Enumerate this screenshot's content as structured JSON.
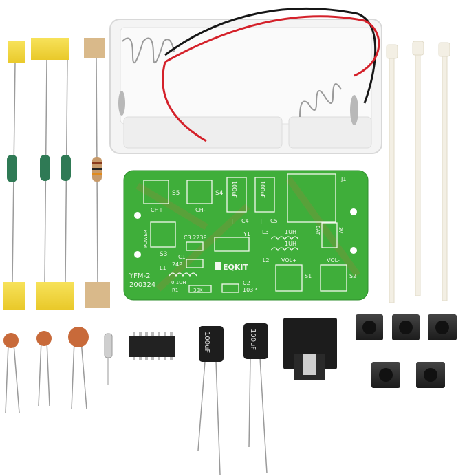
{
  "pcb": {
    "brand": "EQKIT",
    "model": "YFM-2",
    "date": "200324",
    "labels": {
      "s5": "S5",
      "s4": "S4",
      "s3": "S3",
      "s1": "S1",
      "s2": "S2",
      "ch_plus": "CH+",
      "ch_minus": "CH-",
      "power": "POWER",
      "vol_plus": "VOL+",
      "vol_minus": "VOL-",
      "c4_value": "100uF",
      "c5_value": "100uF",
      "c4": "C4",
      "c5": "C5",
      "plus1": "+",
      "plus2": "+",
      "c3": "C3 223P",
      "c1": "C1",
      "c1_value": "24P",
      "y1": "Y1",
      "l1": "L1",
      "l1_value": "0.1UH",
      "l2": "L2",
      "l3": "L3",
      "l2_value": "1UH",
      "l3_value": "1UH",
      "r1": "R1",
      "r1_value": "30K",
      "c2": "C2",
      "c2_value": "103P",
      "j1": "J1",
      "bat": "BAT",
      "volt": "3V"
    },
    "color": "#3fae3a"
  },
  "electrolytic_caps": {
    "label": "100uF"
  }
}
